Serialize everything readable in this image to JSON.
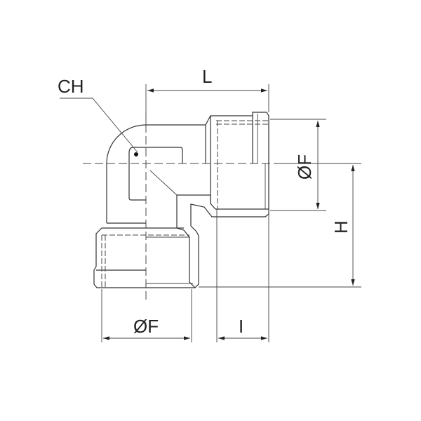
{
  "labels": {
    "ch": "CH",
    "length": "L",
    "diameter_right": "ØF",
    "height": "H",
    "diameter_bottom": "ØF",
    "thread_length": "I"
  },
  "colors": {
    "line": "#333333",
    "background": "#ffffff"
  }
}
